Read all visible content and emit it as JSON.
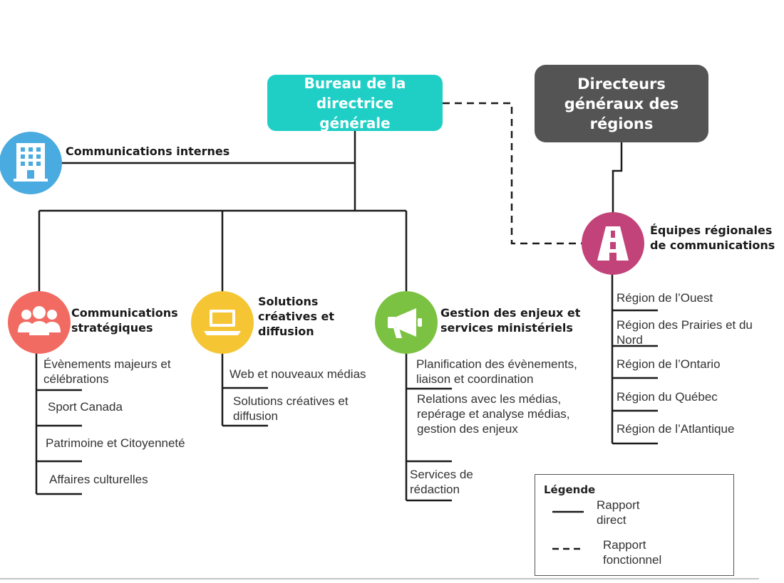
{
  "top": {
    "bureau": "Bureau de la directrice générale",
    "directeurs": "Directeurs généraux des régions",
    "communications_internes": "Communications internes"
  },
  "branches": [
    {
      "title": "Communications stratégiques",
      "icon": "people-group-icon",
      "color": "#f26b62",
      "items": [
        "Évènements majeurs et célébrations",
        "Sport Canada",
        "Patrimoine et Citoyenneté",
        "Affaires culturelles"
      ]
    },
    {
      "title": "Solutions créatives et diffusion",
      "icon": "laptop-icon",
      "color": "#f5c533",
      "items": [
        "Web et nouveaux médias",
        "Solutions créatives et diffusion"
      ]
    },
    {
      "title": "Gestion des enjeux et services ministériels",
      "icon": "megaphone-icon",
      "color": "#7cc242",
      "items": [
        "Planification des évènements, liaison et coordination",
        "Relations avec les médias, repérage et analyse médias, gestion des enjeux",
        "Services de rédaction"
      ]
    }
  ],
  "regional": {
    "title": "Équipes régionales de communications",
    "icon": "road-icon",
    "color": "#c2437a",
    "items": [
      "Région de l’Ouest",
      "Région des Prairies et du Nord",
      "Région de l’Ontario",
      "Région du Québec",
      "Région de l’Atlantique"
    ]
  },
  "internal_icon": {
    "icon": "building-icon",
    "color": "#4aabe0"
  },
  "legend": {
    "title": "Légende",
    "direct": "Rapport direct",
    "functional": "Rapport fonctionnel"
  }
}
